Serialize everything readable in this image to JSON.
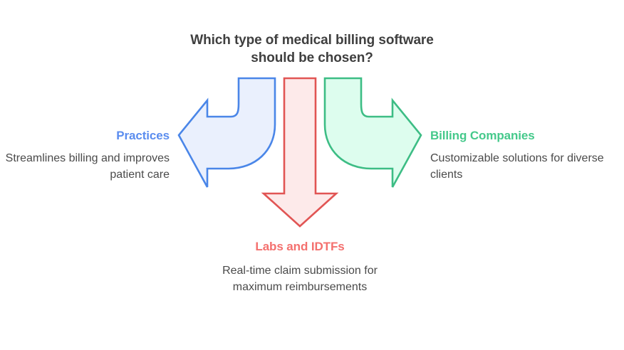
{
  "title": "Which type of medical billing software should be chosen?",
  "colors": {
    "title_text": "#3f3f3f",
    "body_text": "#4a4a4a",
    "blue_stroke": "#4a86e8",
    "blue_fill": "#eaf0fd",
    "blue_text": "#5b8def",
    "green_stroke": "#3dbd85",
    "green_fill": "#ddfdee",
    "green_text": "#45c98b",
    "red_stroke": "#e15554",
    "red_fill": "#fdeaea",
    "red_text": "#f4706e",
    "background": "#ffffff"
  },
  "branches": [
    {
      "id": "practices",
      "heading": "Practices",
      "description": "Streamlines billing and improves patient care",
      "arrow": "curved-arrow-left",
      "color": "#4a86e8"
    },
    {
      "id": "labs-and-idtfs",
      "heading": "Labs and IDTFs",
      "description": "Real-time claim submission for maximum reimbursements",
      "arrow": "arrow-down",
      "color": "#e15554"
    },
    {
      "id": "billing-companies",
      "heading": "Billing Companies",
      "description": "Customizable solutions for diverse clients",
      "arrow": "curved-arrow-right",
      "color": "#3dbd85"
    }
  ]
}
